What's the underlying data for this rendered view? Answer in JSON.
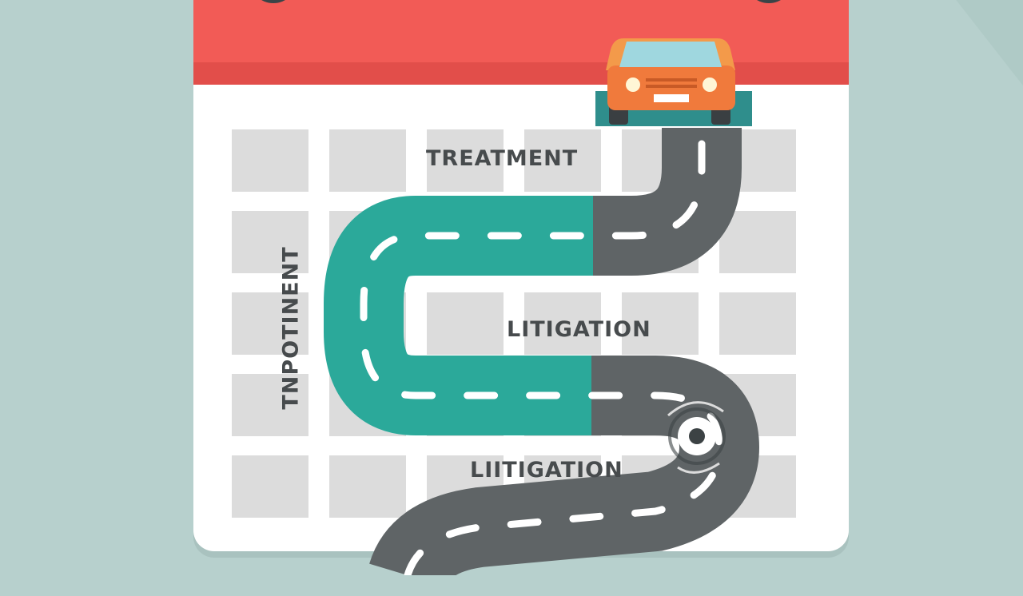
{
  "labels": {
    "treatment": "TREATMENT",
    "litigation_middle": "LITIGATION",
    "litigation_bottom": "LIITIGATION",
    "vertical": "TNPOTINENT"
  },
  "colors": {
    "background": "#b7d0cd",
    "calendar_header": "#f25b56",
    "road_gray": "#5f6466",
    "road_teal": "#2ba99a",
    "car_body": "#f07a3c"
  },
  "icons": [
    "car-icon",
    "calendar-ring-icon",
    "swirl-target-icon"
  ]
}
